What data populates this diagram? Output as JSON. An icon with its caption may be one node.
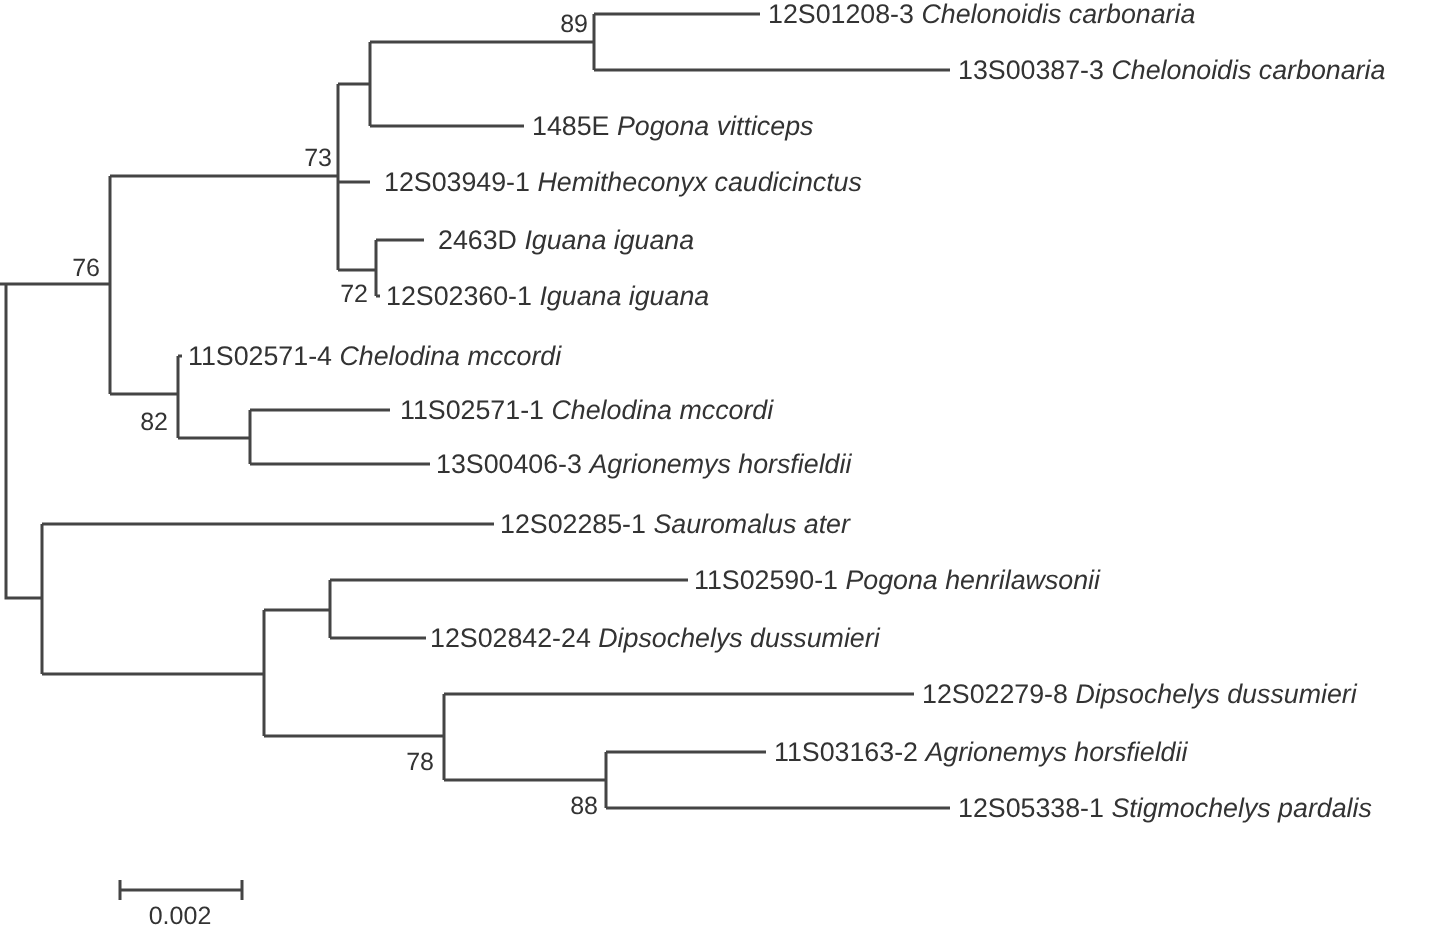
{
  "diagram": {
    "labels": [
      "89",
      "12S01208-3 *Chelonoidis carbonaria*",
      "13S00387-3 *Chelonoidis carbonaria*",
      "1485E *Pogona vitticeps*",
      "73",
      "12S03949-1 *Hemitheconyx caudicinctus*",
      "2463D *Iguana iguana*",
      "76",
      "72",
      "12S02360-1 *Iguana iguana*",
      "11S02571-4 *Chelodina mccordi*",
      "11S02571-1 *Chelodina mccordi*",
      "82",
      "13S00406-3 *Agrionemys horsfieldii*",
      "12S02285-1 *Sauromalus ater*",
      "11S02590-1 *Pogona henrilawsonii*",
      "12S02842-24 *Dipsochelys dussumieri*",
      "12S02279-8 *Dipsochelys dussumieri*",
      "11S03163-2 *Agrionemys horsfieldii*",
      "78",
      "88",
      "12S05338-1 *Stigmochelys pardalis*",
      "0.002"
    ]
  }
}
